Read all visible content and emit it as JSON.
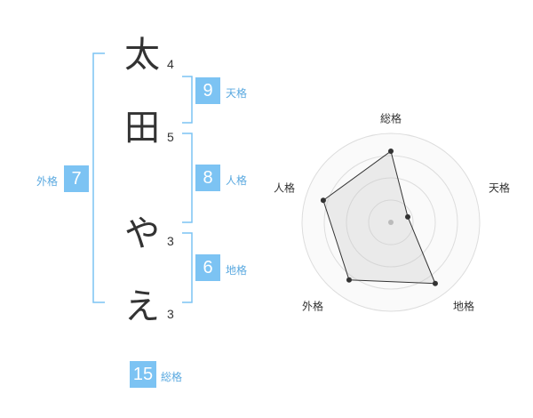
{
  "name": {
    "chars": [
      {
        "char": "太",
        "strokes": "4"
      },
      {
        "char": "田",
        "strokes": "5"
      },
      {
        "char": "や",
        "strokes": "3"
      },
      {
        "char": "え",
        "strokes": "3"
      }
    ]
  },
  "fortune": {
    "tenkaku": {
      "value": "9",
      "label": "天格"
    },
    "jinkaku": {
      "value": "8",
      "label": "人格"
    },
    "chikaku": {
      "value": "6",
      "label": "地格"
    },
    "gaikaku": {
      "value": "7",
      "label": "外格"
    },
    "soukaku": {
      "value": "15",
      "label": "総格"
    }
  },
  "colors": {
    "accent": "#7cc3f3",
    "label": "#5aa9e0",
    "bracket": "#7cc3f3"
  },
  "chart_data": {
    "type": "radar",
    "axes": [
      "総格",
      "天格",
      "地格",
      "外格",
      "人格"
    ],
    "values": [
      0.8,
      0.2,
      0.85,
      0.8,
      0.8
    ],
    "rings": 4
  }
}
